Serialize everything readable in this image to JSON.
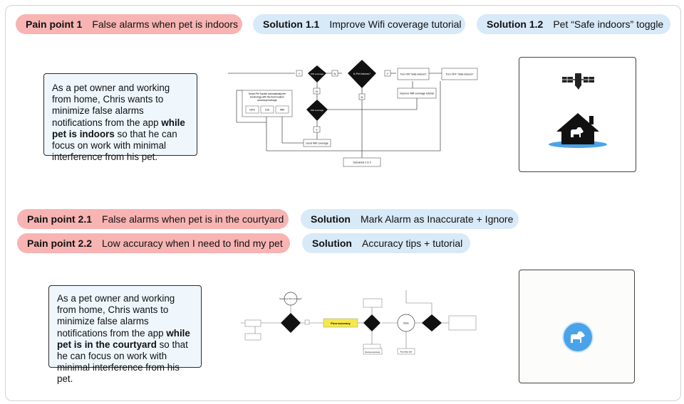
{
  "row1": {
    "pain": {
      "tag": "Pain point 1",
      "text": "False alarms when pet is indoors"
    },
    "sol1": {
      "tag": "Solution 1.1",
      "text": "Improve Wifi coverage tutorial"
    },
    "sol2": {
      "tag": "Solution 1.2",
      "text": "Pet “Safe indoors” toggle"
    }
  },
  "story1": {
    "pre": "As a pet owner and working from home, Chris wants to minimize false alarms notifications from the app ",
    "bold": "while pet is indoors",
    "post": " so that he can focus on work with minimal interference from his pet."
  },
  "flow1": {
    "wifi_check": "Wifi coverage",
    "pet_indoors": "Is Pet indoors?",
    "yes": "Y",
    "no": "N",
    "turn_on": "Turn ON “Safe indoors”",
    "turn_off": "Turn OFF “Safe indoors”",
    "improve": "Improve Wifi coverage tutorial",
    "intro_line1": "Smart Pet Tracker automatically the",
    "intro_line2": "technology with the best location",
    "intro_line3": "accuracy/coverage",
    "chips": [
      "GPS",
      "Cell",
      "Wifi"
    ],
    "wifi_strong": "Wifi coverage",
    "good": "Good Wifi coverage",
    "scenarios": "Scenarios 2 & 3"
  },
  "row2": {
    "pain1": {
      "tag": "Pain point 2.1",
      "text": "False alarms when pet is in the courtyard"
    },
    "pain2": {
      "tag": "Pain point 2.2",
      "text": "Low accuracy when I need to find my pet"
    },
    "sol1": {
      "tag": "Solution",
      "text": "Mark Alarm as Inaccurate + Ignore"
    },
    "sol2": {
      "tag": "Solution",
      "text": "Accuracy tips + tutorial"
    }
  },
  "story2": {
    "pre": "As a pet owner and working from home, Chris wants to minimize false alarms notifications from the app ",
    "bold": "while pet is in the courtyard",
    "post": " so that he can focus on work with minimal interference from his pet."
  },
  "flow2": {
    "highlight": "Poor accuracy",
    "node_start": "Need your Pet's coverage?",
    "tiny_a": "Review accuracy",
    "tiny_b": "Accuracy tips",
    "done": "Done"
  },
  "icons": {
    "satellite": "satellite-icon",
    "house": "house-with-dog-icon",
    "dog_badge": "dog-location-icon"
  },
  "colors": {
    "pain": "#f7b4b3",
    "solution": "#d8e9f8",
    "story_bg": "#eff7fd",
    "house": "#111111",
    "pool": "#4aa3e8",
    "badge": "#4aa3e8",
    "highlight": "#f5e84a"
  }
}
